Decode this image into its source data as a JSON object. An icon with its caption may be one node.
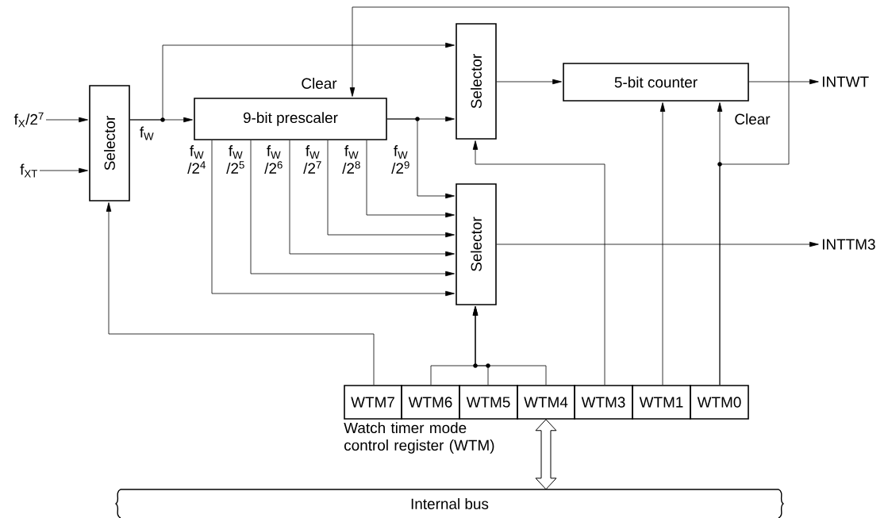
{
  "diagram": {
    "nodes": [
      {
        "text": [
          "f$_{X}$/2$^{7}$"
        ]
      },
      {
        "text": [
          "f$_{XT}$"
        ]
      },
      {
        "text": [
          "Selector"
        ]
      },
      {
        "text": [
          "9-bit prescaler"
        ]
      },
      {
        "text": [
          "Selector"
        ]
      },
      {
        "text": [
          "5-bit counter"
        ]
      },
      {
        "text": [
          "Selector"
        ]
      },
      {
        "text": [
          "INTWT"
        ]
      },
      {
        "text": [
          "INTTM3"
        ]
      },
      {
        "text": [
          "WTM7"
        ]
      },
      {
        "text": [
          "WTM6"
        ]
      },
      {
        "text": [
          "WTM5"
        ]
      },
      {
        "text": [
          "WTM4"
        ]
      },
      {
        "text": [
          "WTM3"
        ]
      },
      {
        "text": [
          "WTM1"
        ]
      },
      {
        "text": [
          "WTM0"
        ]
      },
      {
        "text": [
          "Internal bus"
        ]
      }
    ],
    "edges": [
      {
        "from": 0,
        "to": 2,
        "arrow": "to"
      },
      {
        "from": 1,
        "to": 2,
        "arrow": "to"
      },
      {
        "from": 2,
        "to": 3,
        "arrow": "to",
        "label": "f$_{W}$"
      },
      {
        "from": 2,
        "to": 4,
        "arrow": "to"
      },
      {
        "from": 3,
        "to": 4,
        "arrow": "to"
      },
      {
        "from": 3,
        "to": 6,
        "arrow": "to",
        "label": "f$_{W}$ /2$^{9}$"
      },
      {
        "from": 3,
        "to": 6,
        "arrow": "to",
        "label": "f$_{W}$ /2$^{8}$"
      },
      {
        "from": 3,
        "to": 6,
        "arrow": "to",
        "label": "f$_{W}$ /2$^{7}$"
      },
      {
        "from": 3,
        "to": 6,
        "arrow": "to",
        "label": "f$_{W}$ /2$^{6}$"
      },
      {
        "from": 3,
        "to": 6,
        "arrow": "to",
        "label": "f$_{W}$ /2$^{5}$"
      },
      {
        "from": 3,
        "to": 6,
        "arrow": "to",
        "label": "f$_{W}$ /2$^{4}$"
      },
      {
        "from": 4,
        "to": 5,
        "arrow": "to"
      },
      {
        "from": 5,
        "to": 7,
        "arrow": "to"
      },
      {
        "from": 6,
        "to": 8,
        "arrow": "to"
      },
      {
        "from": 9,
        "to": 2,
        "arrow": "to"
      },
      {
        "from": 10,
        "to": 6,
        "arrow": "to"
      },
      {
        "from": 11,
        "to": 6,
        "arrow": "to"
      },
      {
        "from": 12,
        "to": 6,
        "arrow": "to"
      },
      {
        "from": 13,
        "to": 4,
        "arrow": "to"
      },
      {
        "from": 14,
        "to": 5,
        "arrow": "to"
      },
      {
        "from": 15,
        "to": 5,
        "arrow": "to",
        "label": "Clear"
      },
      {
        "from": 15,
        "to": 3,
        "arrow": "to",
        "label": "Clear"
      },
      {
        "from": 12,
        "to": 16,
        "arrow": "both",
        "style": "thick"
      }
    ],
    "labels": [
      "Watch timer mode control register (WTM)"
    ]
  }
}
